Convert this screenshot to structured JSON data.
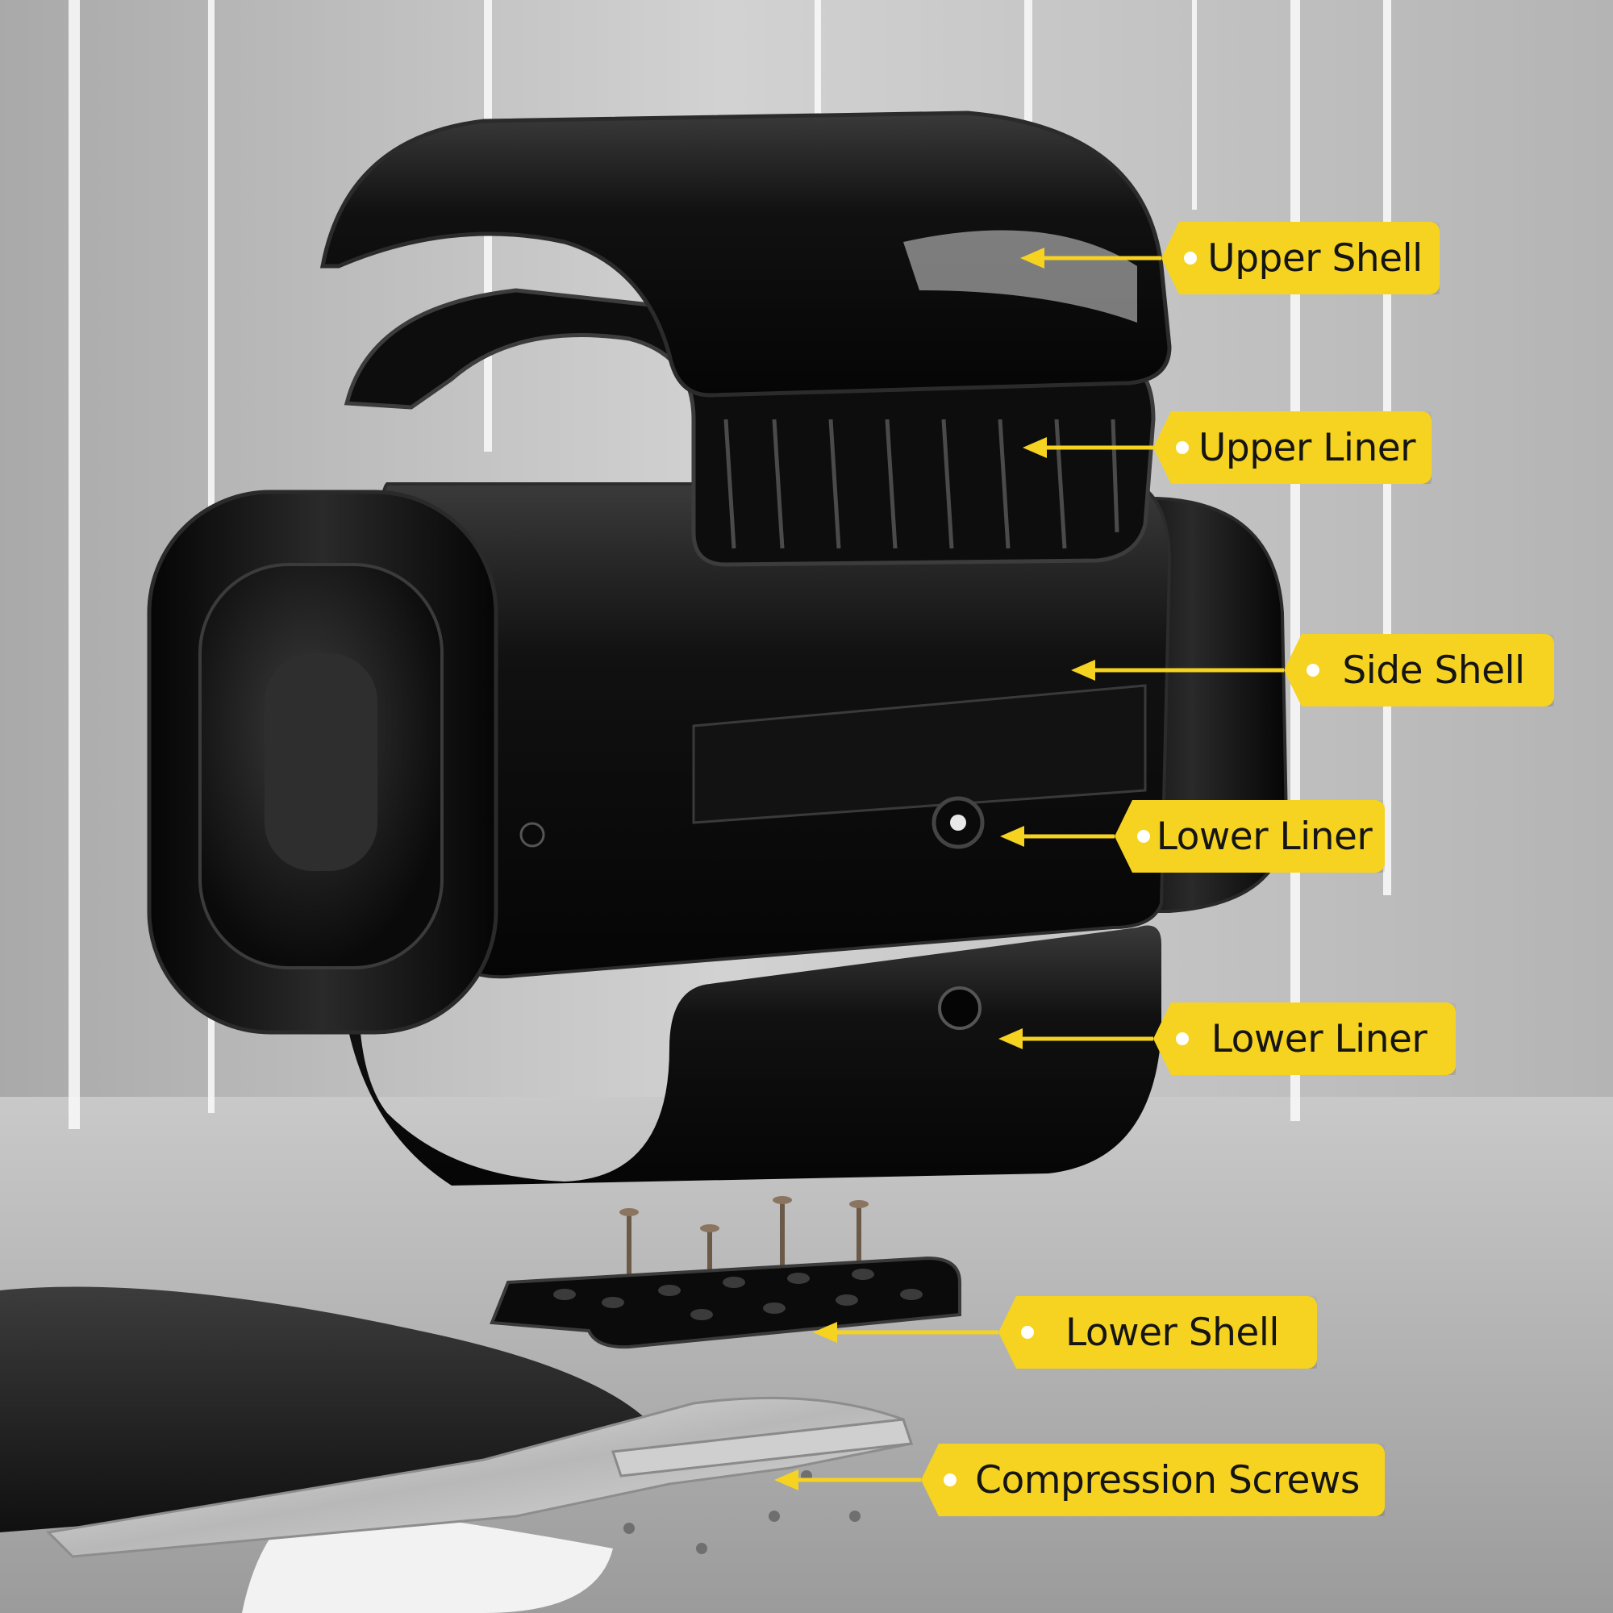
{
  "labels": [
    {
      "text": "Upper Shell"
    },
    {
      "text": "Upper Liner"
    },
    {
      "text": "Side Shell"
    },
    {
      "text": "Lower Liner"
    },
    {
      "text": "Lower Liner"
    },
    {
      "text": "Lower Shell"
    },
    {
      "text": "Compression Screws"
    }
  ],
  "colors": {
    "callout": "#f6d321",
    "leader": "#f6d321",
    "part": "#0c0c0c",
    "background": "#bdbdbd",
    "metal": "#d6d6d6"
  }
}
